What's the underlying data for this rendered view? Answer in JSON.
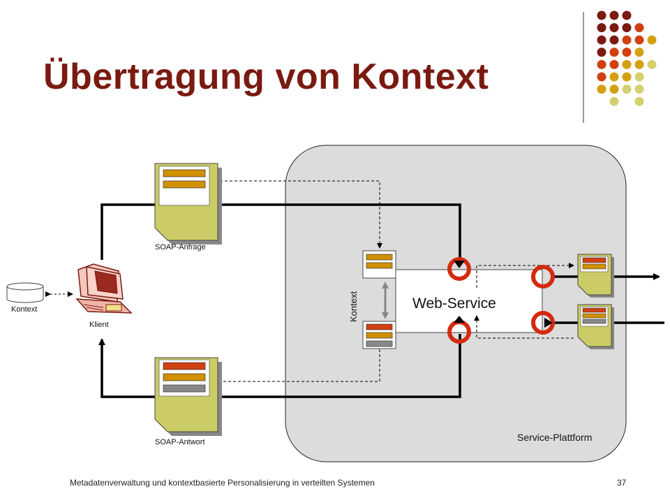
{
  "slide": {
    "title": "Übertragung von Kontext",
    "footer": "Metadatenverwaltung und kontextbasierte Personalisierung in verteilten Systemen",
    "page_number": "37"
  },
  "diagram": {
    "platform_label": "Service-Plattform",
    "web_service_label": "Web-Service",
    "context_vertical_label": "Kontext",
    "client_label": "Klient",
    "context_store_label": "Kontext",
    "soap_request_label": "SOAP-Anfrage",
    "soap_response_label": "SOAP-Antwort"
  },
  "colors": {
    "title": "#7a1a10",
    "dark_red": "#7a1a10",
    "orange_red": "#d04010",
    "orange": "#d09000",
    "gold": "#d4a012",
    "light_olive": "#d4d070",
    "document": "#cccc66",
    "platform": "#dcdcdc"
  }
}
